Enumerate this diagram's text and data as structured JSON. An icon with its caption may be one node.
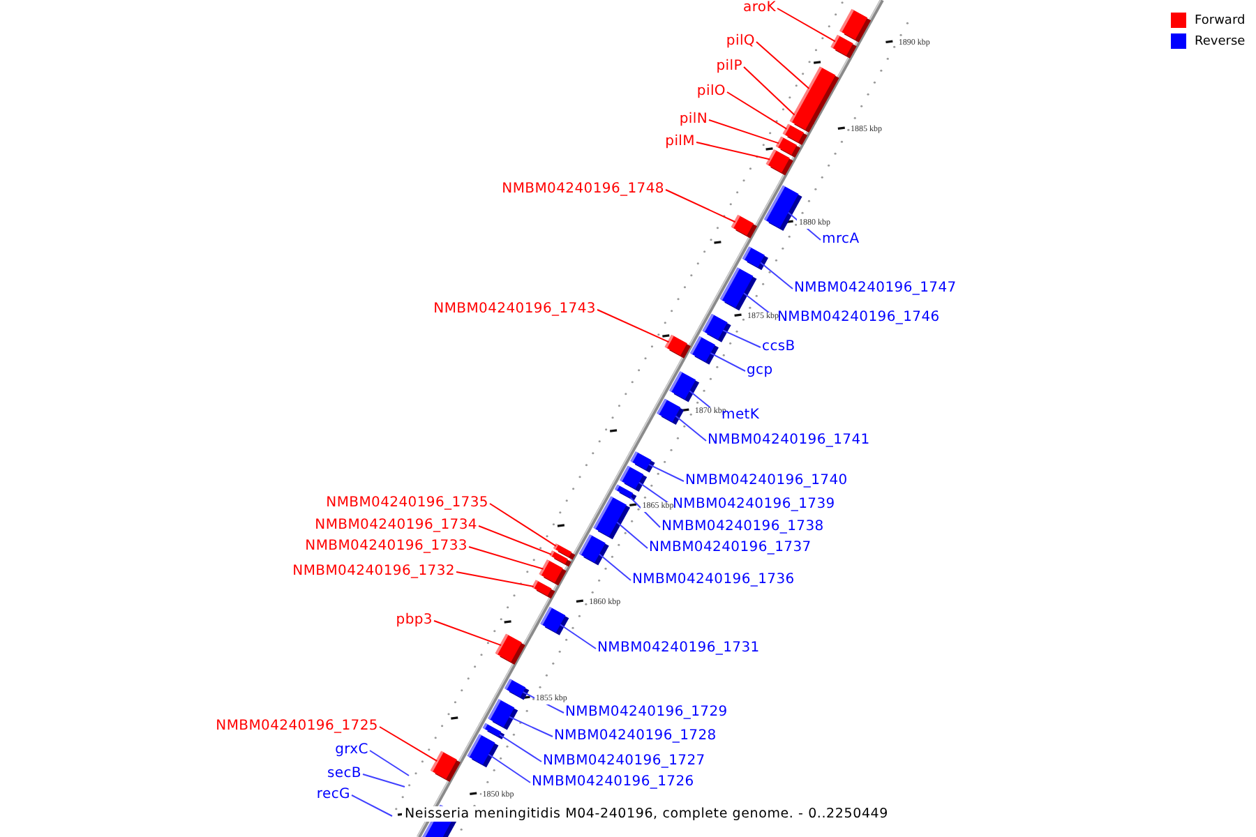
{
  "diagram": {
    "caption": "Neisseria meningitidis M04-240196, complete genome. - 0..2250449",
    "nodes": [
      {
        "text": [],
        "shape": "bar"
      },
      {
        "text": [
          "aroK"
        ]
      },
      {
        "text": [],
        "shape": "bar"
      },
      {
        "text": [
          "pilQ"
        ]
      },
      {
        "text": [],
        "shape": "bar"
      },
      {
        "text": [
          "pilP"
        ]
      },
      {
        "text": [],
        "shape": "bar"
      },
      {
        "text": [
          "pilO"
        ]
      },
      {
        "text": [],
        "shape": "bar"
      },
      {
        "text": [
          "pilN"
        ]
      },
      {
        "text": [],
        "shape": "bar"
      },
      {
        "text": [
          "pilM"
        ]
      },
      {
        "text": [],
        "shape": "bar"
      },
      {
        "text": [
          "NMBM04240196_1748"
        ]
      },
      {
        "text": [],
        "shape": "bar"
      },
      {
        "text": [
          "mrcA"
        ]
      },
      {
        "text": [],
        "shape": "bar"
      },
      {
        "text": [
          "NMBM04240196_1747"
        ]
      },
      {
        "text": [],
        "shape": "bar"
      },
      {
        "text": [
          "NMBM04240196_1743"
        ]
      },
      {
        "text": [],
        "shape": "bar"
      },
      {
        "text": [
          "NMBM04240196_1746"
        ]
      },
      {
        "text": [],
        "shape": "bar"
      },
      {
        "text": [
          "ccsB"
        ]
      },
      {
        "text": [],
        "shape": "bar"
      },
      {
        "text": [
          "gcp"
        ]
      },
      {
        "text": [],
        "shape": "bar"
      },
      {
        "text": [
          "metK"
        ]
      },
      {
        "text": [],
        "shape": "bar"
      },
      {
        "text": [
          "NMBM04240196_1741"
        ]
      },
      {
        "text": [],
        "shape": "bar"
      },
      {
        "text": [
          "NMBM04240196_1740"
        ]
      },
      {
        "text": [],
        "shape": "bar"
      },
      {
        "text": [
          "NMBM04240196_1739"
        ]
      },
      {
        "text": [],
        "shape": "bar"
      },
      {
        "text": [
          "NMBM04240196_1735"
        ]
      },
      {
        "text": [],
        "shape": "bar"
      },
      {
        "text": [
          "NMBM04240196_1738"
        ]
      },
      {
        "text": [],
        "shape": "bar"
      },
      {
        "text": [
          "NMBM04240196_1734"
        ]
      },
      {
        "text": [],
        "shape": "bar"
      },
      {
        "text": [
          "NMBM04240196_1737"
        ]
      },
      {
        "text": [],
        "shape": "bar"
      },
      {
        "text": [
          "NMBM04240196_1733"
        ]
      },
      {
        "text": [],
        "shape": "bar"
      },
      {
        "text": [
          "NMBM04240196_1732"
        ]
      },
      {
        "text": [],
        "shape": "bar"
      },
      {
        "text": [
          "NMBM04240196_1736"
        ]
      },
      {
        "text": [],
        "shape": "bar"
      },
      {
        "text": [
          "pbp3"
        ]
      },
      {
        "text": [],
        "shape": "bar"
      },
      {
        "text": [
          "NMBM04240196_1731"
        ]
      },
      {
        "text": [],
        "shape": "bar"
      },
      {
        "text": [
          "NMBM04240196_1729"
        ]
      },
      {
        "text": [],
        "shape": "bar"
      },
      {
        "text": [
          "NMBM04240196_1725"
        ]
      },
      {
        "text": [],
        "shape": "bar"
      },
      {
        "text": [
          "NMBM04240196_1728"
        ]
      },
      {
        "text": [],
        "shape": "bar"
      },
      {
        "text": [
          "grxC"
        ]
      },
      {
        "text": [
          "NMBM04240196_1727"
        ]
      },
      {
        "text": [],
        "shape": "bar"
      },
      {
        "text": [
          "secB"
        ]
      },
      {
        "text": [
          "NMBM04240196_1726"
        ]
      },
      {
        "text": [],
        "shape": "bar"
      },
      {
        "text": [
          "recG"
        ]
      },
      {
        "text": [],
        "shape": "bar"
      }
    ],
    "edges": [
      {
        "from": 1,
        "to": 2,
        "arrow": "none",
        "color": "#ff0000"
      },
      {
        "from": 3,
        "to": 4,
        "arrow": "none",
        "color": "#ff0000"
      },
      {
        "from": 5,
        "to": 6,
        "arrow": "none",
        "color": "#ff0000"
      },
      {
        "from": 7,
        "to": 8,
        "arrow": "none",
        "color": "#ff0000"
      },
      {
        "from": 9,
        "to": 10,
        "arrow": "none",
        "color": "#ff0000"
      },
      {
        "from": 11,
        "to": 12,
        "arrow": "none",
        "color": "#ff0000"
      },
      {
        "from": 13,
        "to": 14,
        "arrow": "none",
        "color": "#ff0000"
      },
      {
        "from": 15,
        "to": 16,
        "arrow": "none"
      },
      {
        "from": 17,
        "to": 18,
        "arrow": "none"
      },
      {
        "from": 19,
        "to": 20,
        "arrow": "none",
        "color": "#ff0000"
      },
      {
        "from": 21,
        "to": 22,
        "arrow": "none"
      },
      {
        "from": 23,
        "to": 24,
        "arrow": "none"
      },
      {
        "from": 25,
        "to": 26,
        "arrow": "none"
      },
      {
        "from": 27,
        "to": 28,
        "arrow": "none"
      },
      {
        "from": 29,
        "to": 30,
        "arrow": "none"
      },
      {
        "from": 31,
        "to": 32,
        "arrow": "none"
      },
      {
        "from": 33,
        "to": 34,
        "arrow": "none"
      },
      {
        "from": 35,
        "to": 36,
        "arrow": "none",
        "color": "#ff0000"
      },
      {
        "from": 37,
        "to": 38,
        "arrow": "none"
      },
      {
        "from": 39,
        "to": 40,
        "arrow": "none",
        "color": "#ff0000"
      },
      {
        "from": 41,
        "to": 42,
        "arrow": "none"
      },
      {
        "from": 43,
        "to": 44,
        "arrow": "none",
        "color": "#ff0000"
      },
      {
        "from": 45,
        "to": 46,
        "arrow": "none",
        "color": "#ff0000"
      },
      {
        "from": 47,
        "to": 48,
        "arrow": "none"
      },
      {
        "from": 49,
        "to": 50,
        "arrow": "none",
        "color": "#ff0000"
      },
      {
        "from": 51,
        "to": 52,
        "arrow": "none"
      },
      {
        "from": 53,
        "to": 54,
        "arrow": "none"
      },
      {
        "from": 55,
        "to": 56,
        "arrow": "none",
        "color": "#ff0000"
      },
      {
        "from": 57,
        "to": 58,
        "arrow": "none"
      },
      {
        "from": 59,
        "to": null,
        "arrow": "none"
      },
      {
        "from": 60,
        "to": 61,
        "arrow": "none"
      },
      {
        "from": 62,
        "to": null,
        "arrow": "none"
      },
      {
        "from": 63,
        "to": 64,
        "arrow": "none"
      },
      {
        "from": 65,
        "to": null,
        "arrow": "none"
      }
    ],
    "labels": [
      "1890 kbp",
      "1885 kbp",
      "1880 kbp",
      "1875 kbp",
      "1870 kbp",
      "1865 kbp",
      "1860 kbp",
      "1855 kbp",
      "1850 kbp"
    ],
    "legend": [
      {
        "text": "Forward",
        "color": "#ff0000"
      },
      {
        "text": "Reverse",
        "color": "#0000ff"
      }
    ]
  }
}
